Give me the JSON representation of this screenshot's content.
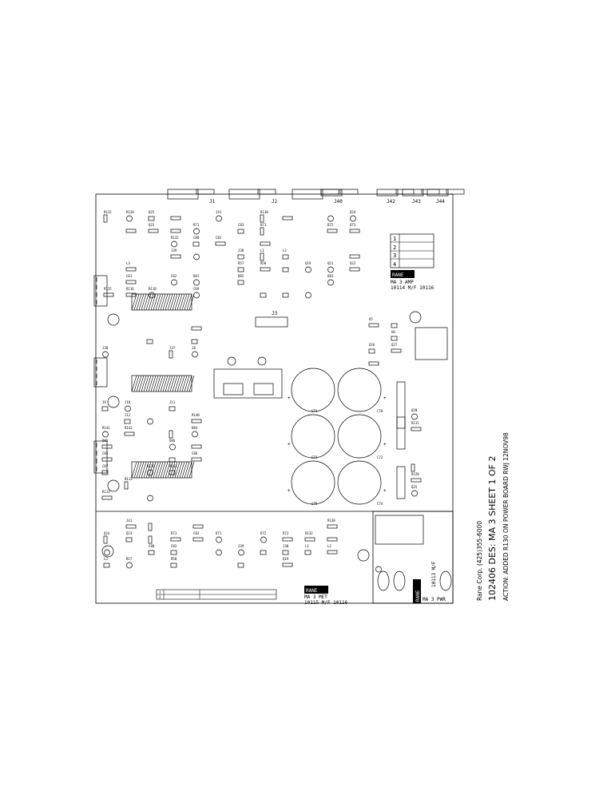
{
  "board": {
    "connectors_top": [
      "J1",
      "J2",
      "J40",
      "J42",
      "J43",
      "J44"
    ],
    "connector_j3": "J3",
    "pad_table": [
      "1",
      "2",
      "3",
      "4"
    ],
    "amp_logo": "RANE",
    "amp_name": "MA 3 AMP",
    "amp_part": "10114 M/F 10116",
    "met_logo": "RANE",
    "met_name": "MA 3 MET",
    "met_part": "10115 M/F 10116",
    "pwr_logo": "RANE",
    "pwr_name": "MA 3 PWR",
    "pwr_part": "10113 M/F",
    "met_table": [
      "1",
      "2"
    ],
    "big_caps": [
      "C71",
      "C70",
      "C73",
      "C72",
      "C75",
      "C74"
    ],
    "small_labels": [
      "R131",
      "R128",
      "Q25",
      "J41",
      "R130",
      "Q24",
      "Q23",
      "R71",
      "C83",
      "D71",
      "D72",
      "D73",
      "R132",
      "C80",
      "C82",
      "J39",
      "J38",
      "L1",
      "L2",
      "L3",
      "R57",
      "R58",
      "Q19",
      "Q21",
      "Q22",
      "C61",
      "C62",
      "D81",
      "D82",
      "D83",
      "R115",
      "R116",
      "R118",
      "C69",
      "J36",
      "J37",
      "J8",
      "J9",
      "J10",
      "J11",
      "J12",
      "R140",
      "R141",
      "R142",
      "D84",
      "D85",
      "D86",
      "C85",
      "C86",
      "C87",
      "R110",
      "R111",
      "R112",
      "R113",
      "U5",
      "U6",
      "Q26",
      "Q27",
      "Q28"
    ]
  },
  "title_block": {
    "line1": "Rane Corp.  (425)355-6000",
    "line2": "102406 DES: MA 3 SHEET 1 OF 2",
    "line3": "ACTION: ADDED R130 ON POWER BOARD RWJ 12NOV98"
  },
  "colors": {
    "ink": "#000000",
    "paper": "#ffffff"
  }
}
